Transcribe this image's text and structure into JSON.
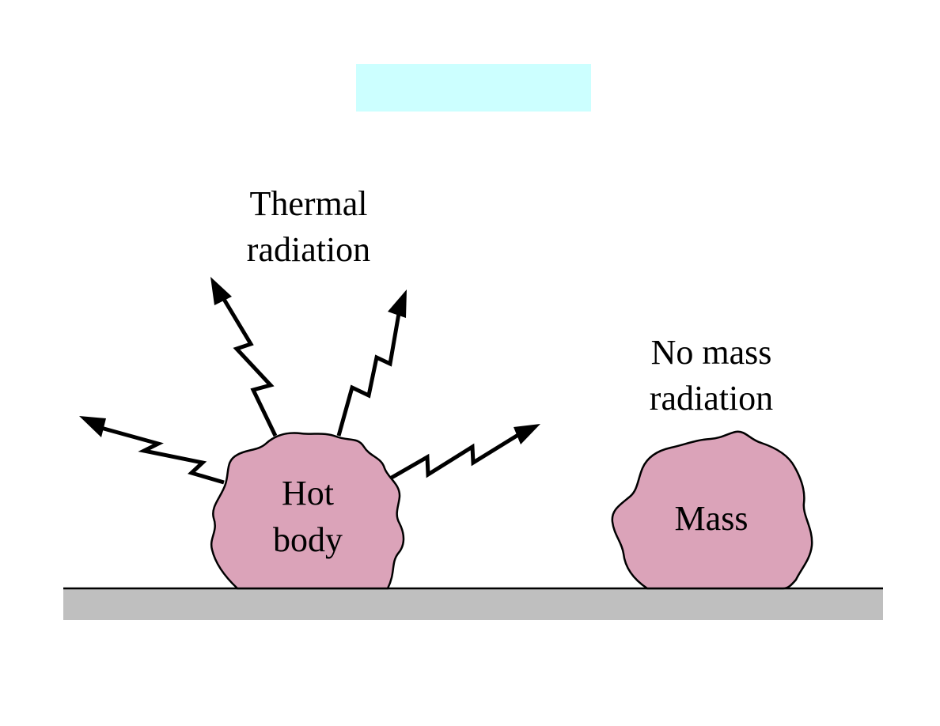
{
  "diagram": {
    "labels": {
      "thermal_line1": "Thermal",
      "thermal_line2": "radiation",
      "no_mass_line1": "No mass",
      "no_mass_line2": "radiation",
      "hot_body_line1": "Hot",
      "hot_body_line2": "body",
      "mass": "Mass"
    },
    "colors": {
      "title_box": "#ccffff",
      "body_fill": "#dba3b9",
      "ground_fill": "#bfbfbf",
      "stroke": "#000000",
      "background": "#ffffff"
    }
  }
}
